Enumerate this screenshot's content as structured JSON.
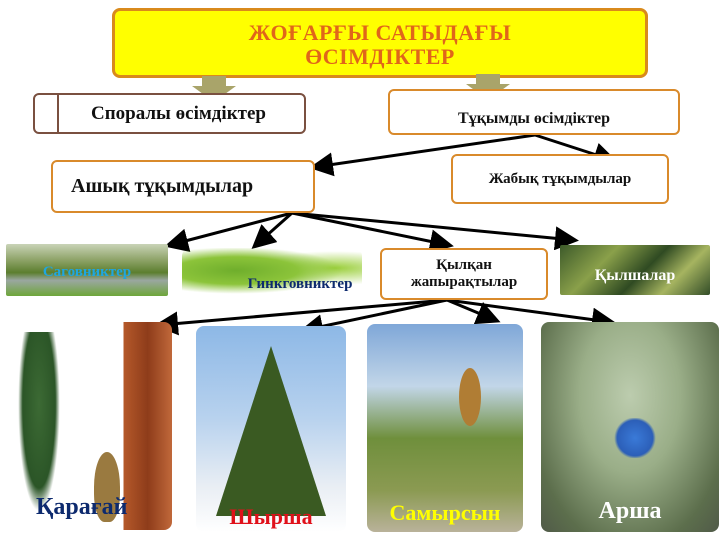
{
  "title": {
    "line1": "ЖОҒАРҒЫ  САТЫДАҒЫ",
    "line2": "ӨСІМДІКТЕР"
  },
  "branches": {
    "spore_plants": "Споралы  өсімдіктер",
    "seed_plants": "Тұқымды  өсімдіктер"
  },
  "seed_groups": {
    "gymnosperms": "Ашық тұқымдылар",
    "angiosperms": "Жабық тұқымдылар"
  },
  "gymnosperm_groups": [
    {
      "label": "Саговниктер",
      "color": "#1fa6e0"
    },
    {
      "label": "Гинкговниктер",
      "color": "#0d2a6e"
    },
    {
      "label": "Қылқан жапырақтылар",
      "color": "#111111"
    },
    {
      "label": "Қылшалар",
      "color": "#ffffff"
    }
  ],
  "conifers": [
    {
      "label": "Қарағай",
      "color": "#0d2a6e"
    },
    {
      "label": "Шырша",
      "color": "#e0101a"
    },
    {
      "label": "Самырсын",
      "color": "#ffff00"
    },
    {
      "label": "Арша",
      "color": "#ffffff"
    }
  ],
  "colors": {
    "title_bg": "#ffff00",
    "title_text": "#e0661a",
    "box_border": "#d98a2b",
    "arrow": "#a9a46a"
  }
}
